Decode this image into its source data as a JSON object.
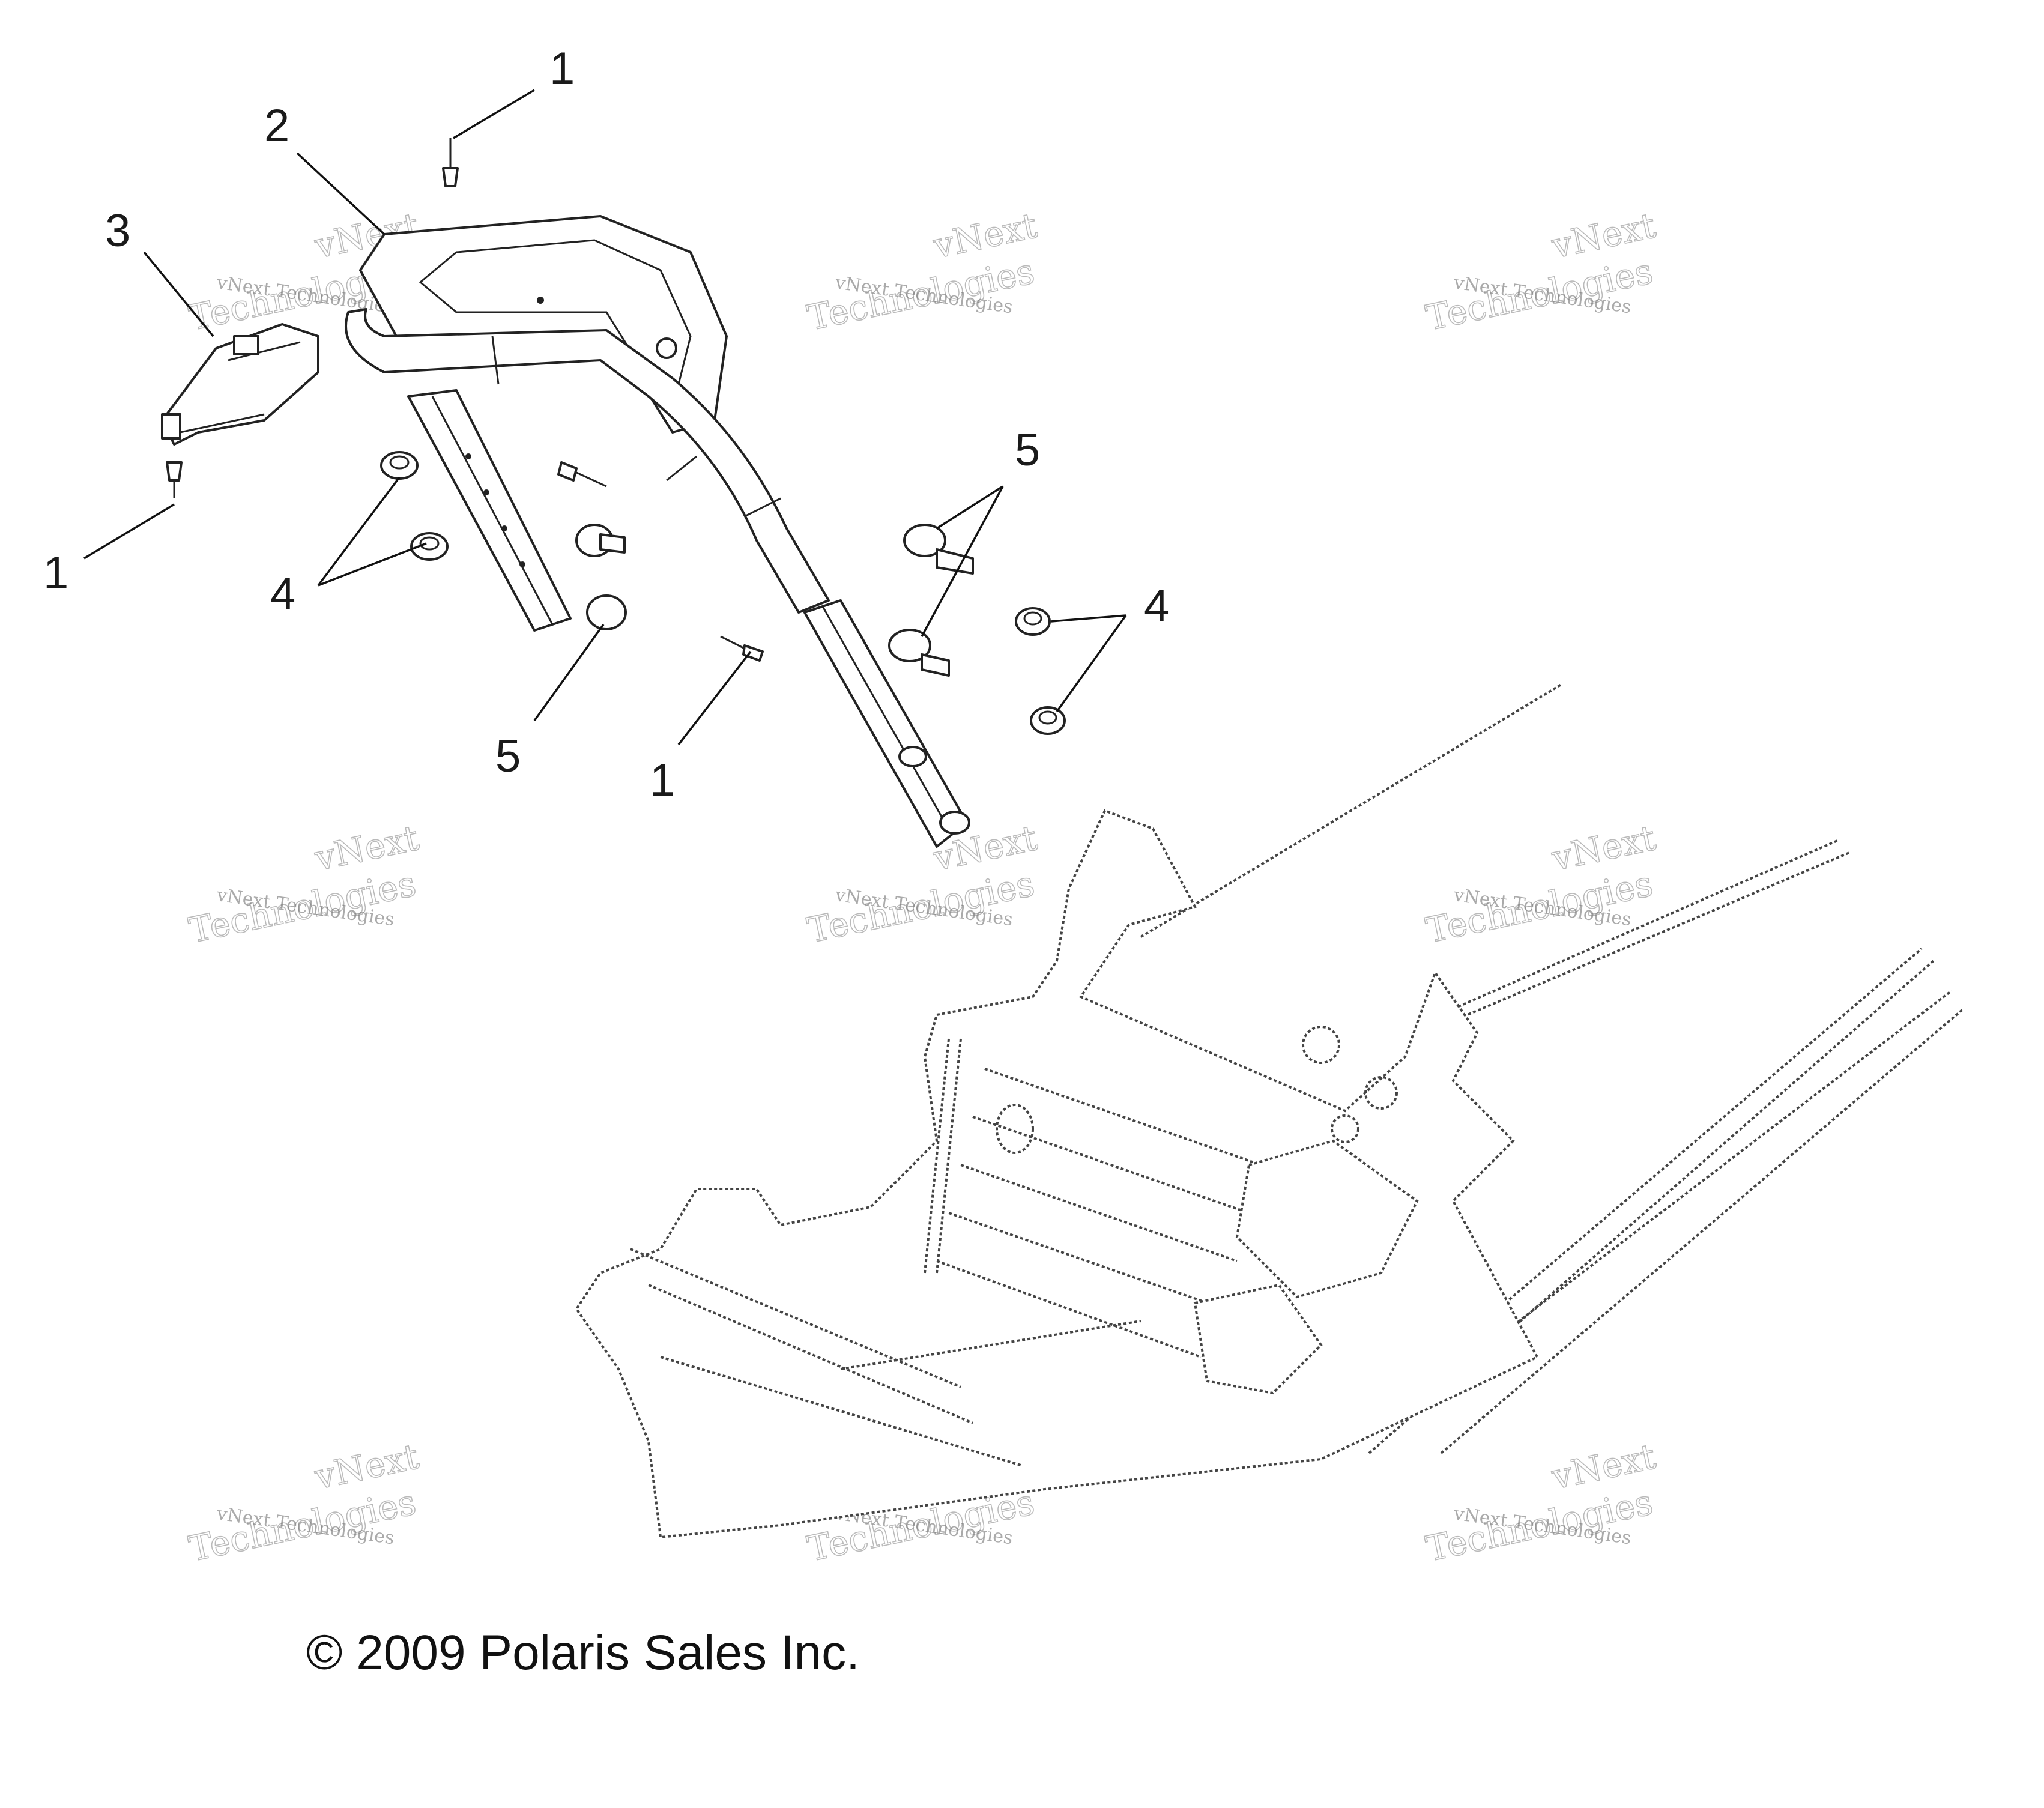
{
  "callouts": {
    "c1_top": "1",
    "c2": "2",
    "c3": "3",
    "c1_left": "1",
    "c4_left": "4",
    "c5_right": "5",
    "c4_right": "4",
    "c5_left": "5",
    "c1_bottom": "1"
  },
  "watermark": {
    "line1": "vNext Technologies",
    "line2": "vNext",
    "line3": "Technologies"
  },
  "copyright": "© 2009 Polaris Sales Inc."
}
